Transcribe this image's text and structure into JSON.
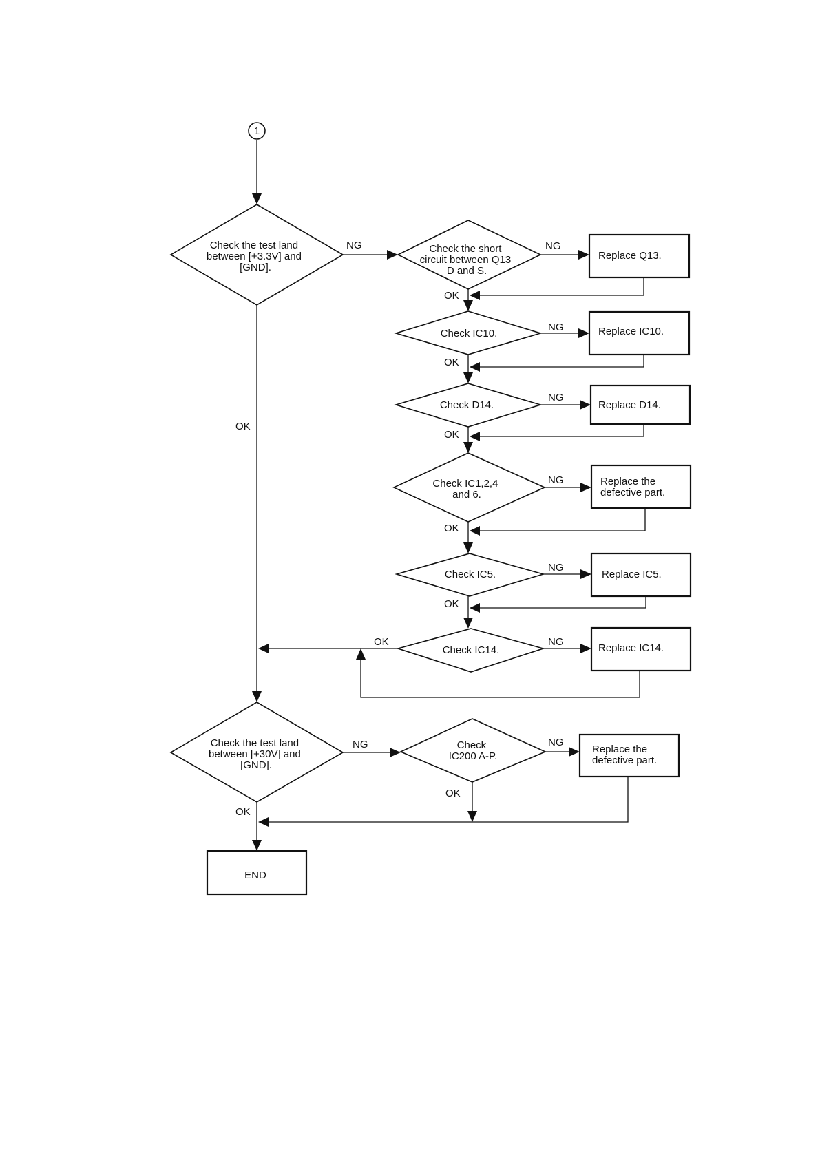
{
  "connector": {
    "label": "1"
  },
  "decisions": {
    "check_3v3": [
      "Check the test land",
      "between [+3.3V] and",
      "[GND]."
    ],
    "check_q13": [
      "Check the short",
      "circuit between Q13",
      "D and S."
    ],
    "check_ic10": [
      "Check IC10."
    ],
    "check_d14": [
      "Check D14."
    ],
    "check_ic1246": [
      "Check IC1,2,4",
      "and 6."
    ],
    "check_ic5": [
      "Check IC5."
    ],
    "check_ic14": [
      "Check IC14."
    ],
    "check_30v": [
      "Check the test land",
      "between [+30V] and",
      "[GND]."
    ],
    "check_ic200": [
      "Check",
      "IC200 A-P."
    ]
  },
  "actions": {
    "replace_q13": [
      "Replace Q13."
    ],
    "replace_ic10": [
      "Replace IC10."
    ],
    "replace_d14": [
      "Replace D14."
    ],
    "replace_ic1246": [
      "Replace the",
      "defective part."
    ],
    "replace_ic5": [
      "Replace IC5."
    ],
    "replace_ic14": [
      "Replace IC14."
    ],
    "replace_defective_30v": [
      "Replace the",
      "defective part."
    ],
    "end": [
      "END"
    ]
  },
  "labels": {
    "ng": "NG",
    "ok": "OK"
  }
}
